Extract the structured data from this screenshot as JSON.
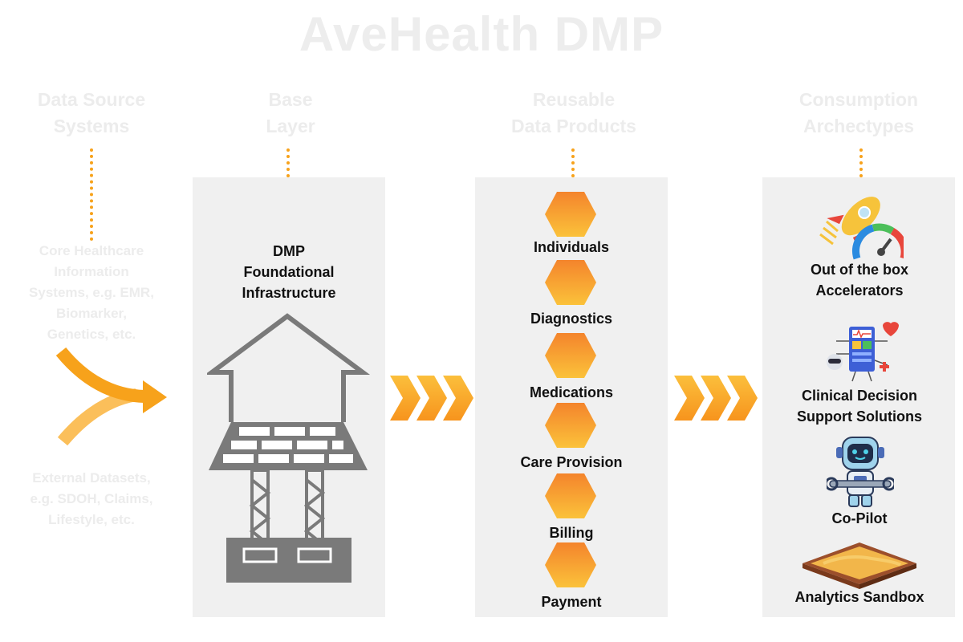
{
  "title": "AveHealth DMP",
  "columns": {
    "data_source": {
      "line1": "Data Source",
      "line2": "Systems"
    },
    "base": {
      "line1": "Base",
      "line2": "Layer"
    },
    "products": {
      "line1": "Reusable",
      "line2": "Data Products"
    },
    "consumption": {
      "line1": "Consumption",
      "line2": "Archectypes"
    }
  },
  "sources": {
    "core": [
      "Core Healthcare",
      "Information",
      "Systems, e.g. EMR,",
      "Biomarker,",
      "Genetics, etc."
    ],
    "external": [
      "External Datasets,",
      "e.g. SDOH, Claims,",
      "Lifestyle, etc."
    ]
  },
  "base_layer": {
    "line1": "DMP",
    "line2": "Foundational",
    "line3": "Infrastructure"
  },
  "data_products": [
    "Individuals",
    "Diagnostics",
    "Medications",
    "Care Provision",
    "Billing",
    "Payment"
  ],
  "archetypes": {
    "accelerators": {
      "line1": "Out of the box",
      "line2": "Accelerators",
      "icon": "rocket-gauge-icon"
    },
    "cds": {
      "line1": "Clinical Decision",
      "line2": "Support Solutions",
      "icon": "medical-device-icon"
    },
    "copilot": {
      "line1": "Co-Pilot",
      "icon": "robot-icon"
    },
    "sandbox": {
      "line1": "Analytics Sandbox",
      "icon": "sandbox-icon"
    }
  },
  "colors": {
    "accent": "#f7a21b",
    "panel": "#f0f0f0",
    "house": "#7a7a7a",
    "hex_top": "#f48a2c",
    "hex_bottom": "#fbbf24"
  }
}
